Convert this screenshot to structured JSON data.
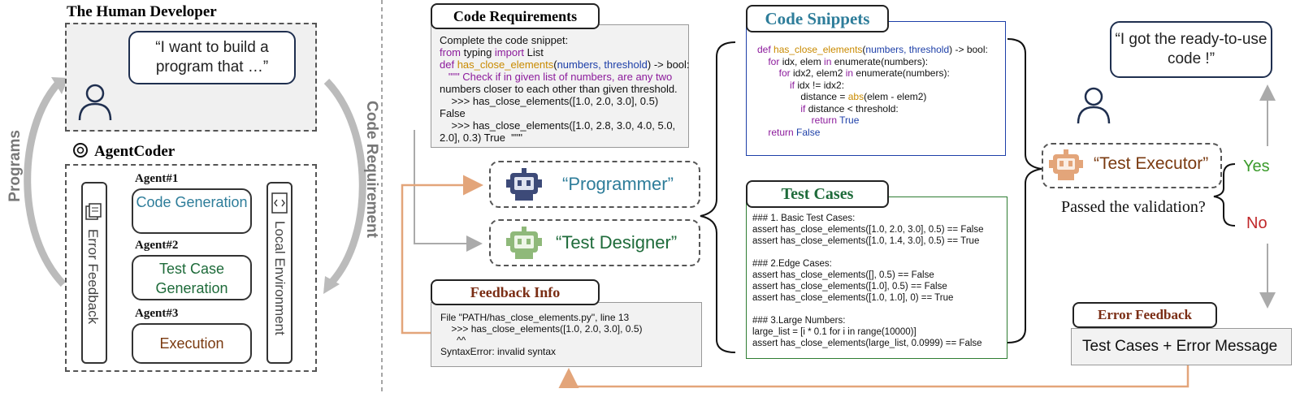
{
  "developer": {
    "title": "The Human Developer",
    "quote": "“I want to build a program that …”"
  },
  "agentcoder": {
    "title": "AgentCoder",
    "agents": [
      {
        "label": "Agent#1",
        "box": "Code Generation",
        "color": "#2e7d9a"
      },
      {
        "label": "Agent#2",
        "box": "Test Case Generation",
        "color": "#1e6b3a"
      },
      {
        "label": "Agent#3",
        "box": "Execution",
        "color": "#7a3a10"
      }
    ],
    "error_feedback": "Error Feedback",
    "local_environment": "Local Environment"
  },
  "cycle": {
    "programs": "Programs",
    "code_requirement": "Code Requirement"
  },
  "code_requirements": {
    "title": "Code Requirements",
    "intro": "Complete the code snippet:",
    "import_line": {
      "kw1": "from",
      "mod": " typing ",
      "kw2": "import",
      "name": " List"
    },
    "def_line": {
      "kw": "def",
      "fn": "has_close_elements",
      "args": "numbers, threshold",
      "rest": " -> bool:"
    },
    "doc": [
      "   \"\"\" Check if in given list of numbers, are any two",
      "numbers closer to each other than given threshold.",
      "    >>> has_close_elements([1.0, 2.0, 3.0], 0.5)",
      "False",
      "    >>> has_close_elements([1.0, 2.8, 3.0, 4.0, 5.0,",
      "2.0], 0.3) True  \"\"\""
    ]
  },
  "code_snippets": {
    "title": "Code Snippets",
    "lines": [
      [
        {
          "t": "def ",
          "c": "kw"
        },
        {
          "t": "has_close_elements",
          "c": "fn"
        },
        {
          "t": "(",
          "c": ""
        },
        {
          "t": "numbers, threshold",
          "c": "ar"
        },
        {
          "t": ") -> bool:",
          "c": ""
        }
      ],
      [
        {
          "t": "    for ",
          "c": "kw"
        },
        {
          "t": "idx, elem ",
          "c": ""
        },
        {
          "t": "in",
          "c": "kw"
        },
        {
          "t": " enumerate(numbers):",
          "c": ""
        }
      ],
      [
        {
          "t": "        for ",
          "c": "kw"
        },
        {
          "t": "idx2, elem2 ",
          "c": ""
        },
        {
          "t": "in",
          "c": "kw"
        },
        {
          "t": " enumerate(numbers):",
          "c": ""
        }
      ],
      [
        {
          "t": "            if ",
          "c": "kw"
        },
        {
          "t": "idx != idx2:",
          "c": ""
        }
      ],
      [
        {
          "t": "                distance = ",
          "c": ""
        },
        {
          "t": "abs",
          "c": "fn"
        },
        {
          "t": "(elem - elem2)",
          "c": ""
        }
      ],
      [
        {
          "t": "                if ",
          "c": "kw"
        },
        {
          "t": "distance < threshold:",
          "c": ""
        }
      ],
      [
        {
          "t": "                    return ",
          "c": "kw"
        },
        {
          "t": "True",
          "c": "ar"
        }
      ],
      [
        {
          "t": "    return ",
          "c": "kw"
        },
        {
          "t": "False",
          "c": "ar"
        }
      ]
    ]
  },
  "test_cases": {
    "title": "Test Cases",
    "lines": [
      "### 1. Basic Test Cases:",
      "assert has_close_elements([1.0, 2.0, 3.0], 0.5) == False",
      "assert has_close_elements([1.0, 1.4, 3.0], 0.5) == True",
      "",
      "### 2.Edge Cases:",
      "assert has_close_elements([], 0.5) == False",
      "assert has_close_elements([1.0], 0.5) == False",
      "assert has_close_elements([1.0, 1.0], 0) == True",
      "",
      "### 3.Large Numbers:",
      "large_list = [i * 0.1 for i in range(10000)]",
      "assert has_close_elements(large_list, 0.0999) == False"
    ]
  },
  "feedback_info": {
    "title": "Feedback Info",
    "lines": [
      "File \"PATH/has_close_elements.py\", line 13",
      "    >>> has_close_elements([1.0, 2.0, 3.0], 0.5)",
      "      ^^",
      "SyntaxError: invalid syntax"
    ]
  },
  "roles": {
    "programmer": "“Programmer”",
    "test_designer": "“Test Designer”",
    "test_executor": "“Test Executor”"
  },
  "executor": {
    "question": "Passed the validation?",
    "yes": "Yes",
    "no": "No",
    "quote": "“I got the ready-to-use code !”"
  },
  "error_feedback": {
    "title": "Error Feedback",
    "body": "Test Cases + Error Message"
  },
  "colors": {
    "programmer": "#2e7d9a",
    "test_designer": "#1e6b3a",
    "test_executor": "#7a3a10",
    "yes": "#3a9a2a",
    "no": "#c0282a",
    "feedback_arrow": "#e3a57a",
    "gray_arrow": "#aaaaaa"
  }
}
